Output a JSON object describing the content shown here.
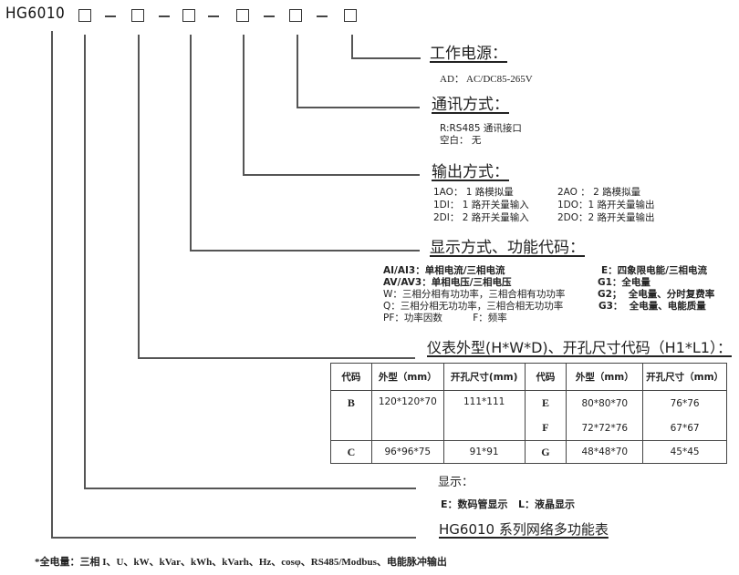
{
  "model_code": {
    "prefix": "HG6010",
    "separator": "—",
    "slots": 6
  },
  "sections": {
    "power": {
      "title": "工作电源：",
      "lines": [
        "AD：  AC/DC85-265V"
      ]
    },
    "communication": {
      "title": "通讯方式：",
      "lines": [
        "R:RS485 通讯接口",
        "空白： 无"
      ]
    },
    "output": {
      "title": "输出方式：",
      "items": [
        [
          "1AO：  1 路模拟量",
          "2AO ： 2 路模拟量"
        ],
        [
          " 1DI： 1 路开关量输入",
          "1DO：1 路开关量输出"
        ],
        [
          " 2DI： 2 路开关量输入",
          "2DO：2 路开关量输出"
        ]
      ]
    },
    "display_function": {
      "title": "显示方式、功能代码：",
      "left_items": [
        "AI/AI3：单相电流/三相电流",
        "AV/AV3：单相电压/三相电压",
        "W：三相分相有功功率，三相合相有功功率",
        "Q：三相分相无功功率，三相合相无功功率",
        "PF：功率因数          F：频率"
      ],
      "right_items": [
        "E：四象限电能/三相电流",
        "G1：全电量",
        "G2；  全电量、分时复费率",
        "G3：  全电量、电能质量"
      ]
    },
    "dimensions": {
      "title": "仪表外型(H*W*D)、开孔尺寸代码（H1*L1）：",
      "headers": [
        "代码",
        "外型（mm）",
        "开孔尺寸(mm)",
        "代码",
        "外型（mm）",
        "开孔尺寸（mm）"
      ],
      "rows": [
        {
          "code": "B",
          "shape": "120*120*70",
          "hole": "111*111",
          "code2": "E",
          "shape2": "80*80*70",
          "hole2": "76*76"
        },
        {
          "code": "",
          "shape": "",
          "hole": "",
          "code2": "F",
          "shape2": "72*72*76",
          "hole2": "67*67"
        },
        {
          "code": "C",
          "shape": "96*96*75",
          "hole": "91*91",
          "code2": "G",
          "shape2": "48*48*70",
          "hole2": "45*45"
        }
      ]
    },
    "display": {
      "title": "显示：",
      "lines": [
        "E：数码管显示   L：液晶显示"
      ]
    },
    "series": {
      "title": "HG6010 系列网络多功能表"
    }
  },
  "footer_note": "*全电量：三相 I、U、kW、kVar、kWh、kVarh、Hz、cosφ、RS485/Modbus、电能脉冲输出"
}
